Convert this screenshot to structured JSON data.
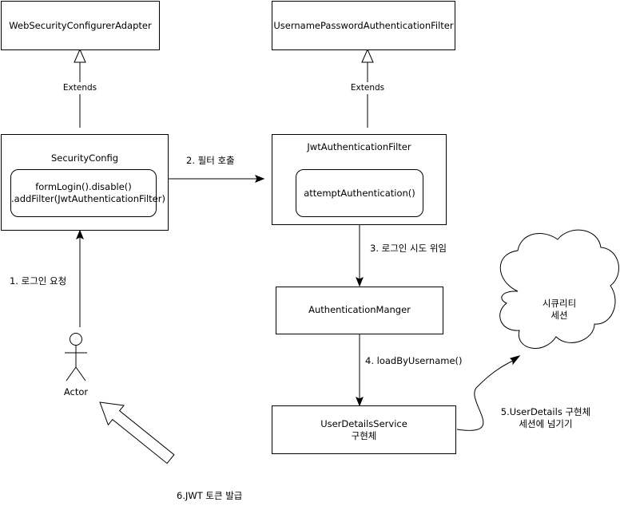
{
  "boxes": {
    "web_security_adapter": "WebSecurityConfigurerAdapter",
    "username_password_filter": "UsernamePasswordAuthenticationFilter",
    "security_config": "SecurityConfig",
    "form_login_line1": "formLogin().disable()",
    "form_login_line2": ".addFilter(JwtAuthenticationFilter)",
    "jwt_filter": "JwtAuthenticationFilter",
    "attempt_auth": "attemptAuthentication()",
    "auth_manager": "AuthenticationManger",
    "user_details_line1": "UserDetailsService",
    "user_details_line2": "구현체"
  },
  "extends_left": "Extends",
  "extends_right": "Extends",
  "cloud": {
    "line1": "시큐리티",
    "line2": "세션"
  },
  "actor": "Actor",
  "steps": {
    "step1": "1. 로그인 요청",
    "step2": "2. 필터 호출",
    "step3": "3. 로그인 시도 위임",
    "step4": "4. loadByUsername()",
    "step5_line1": "5.UserDetails 구현체",
    "step5_line2": "세션에 넘기기",
    "step6": "6.JWT 토큰 발급"
  }
}
